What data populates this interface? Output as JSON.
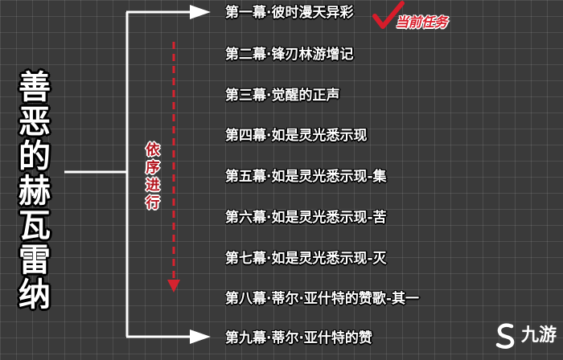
{
  "title": "善恶的赫瓦雷纳",
  "sequence_label": "依序进行",
  "current_task_label": "当前任务",
  "acts": [
    "第一幕·彼时漫天异彩",
    "第二幕·锋刃林游增记",
    "第三幕·觉醒的正声",
    "第四幕·如是灵光悉示现",
    "第五幕·如是灵光悉示现-集",
    "第六幕·如是灵光悉示现-苦",
    "第七幕·如是灵光悉示现-灭",
    "第八幕·蒂尔·亚什特的赞歌-其一",
    "第九幕·蒂尔·亚什特的赞"
  ],
  "watermark": "九游",
  "colors": {
    "line": "#ffffff",
    "dashed_arrow": "#d6232f",
    "accent_red": "#d81c2a",
    "background": "#3a3a3a"
  }
}
